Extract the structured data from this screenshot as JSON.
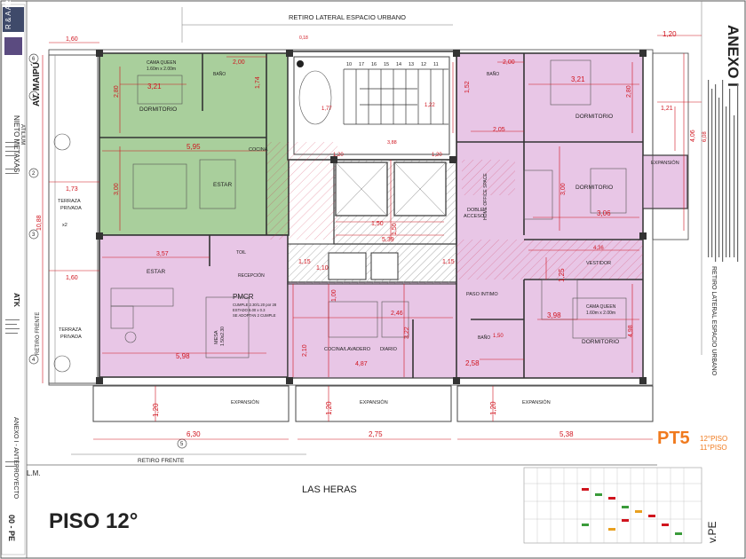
{
  "sheet": {
    "annex_title": "ANEXO I",
    "floor_label": "PISO 12°",
    "plan_code": "PT5",
    "plan_floors": [
      "12°PISO",
      "11°PISO"
    ],
    "sheet_number": "00 - PE",
    "street_bottom": "LAS HERAS",
    "street_left": "AV. MAIPÚ",
    "corner_code": "v.PE",
    "lm_label": "L.M.",
    "project_block": {
      "logo_text": "R & A ARQ",
      "company": "NIETO METAXAS",
      "brand": "ATILIUM",
      "atk": "ATK",
      "sheet_title": "ANEXO I - ANTEPROYECTO"
    }
  },
  "setbacks": {
    "top": "RETIRO LATERAL ESPACIO URBANO",
    "right": "RETIRO LATERAL ESPACIO URBANO",
    "bottom": "RETIRO FRENTE",
    "left": "RETIRO FRENTE"
  },
  "rooms": {
    "dorm_tl": "DORMITORIO",
    "bed_tl_1": "CAMA QUEEN",
    "bed_tl_2": "1.60m x 2.00m",
    "bano_tl": "BAÑO",
    "cocina": "COCINA",
    "estar_tl": "ESTAR",
    "terraza_top_1": "TERRAZA",
    "terraza_top_2": "PRIVADA",
    "estar_bl": "ESTAR",
    "toil": "TOIL",
    "recepcion": "RECEPCIÓN",
    "pmcr": "PMCR",
    "pmcr_note_1": "CUMPLE 2.30/1.20 por 28",
    "pmcr_note_2": "ESTADO 6.00 x 0.3",
    "pmcr_note_3": "SE ADOPTAN 2 CUMPLE",
    "mesa_1": "MESA",
    "mesa_2": "1.50x2.30",
    "terraza_bot_1": "TERRAZA",
    "terraza_bot_2": "PRIVADA",
    "cocina_lav": "COCINA/LAVADERO",
    "diario": "DIARIO",
    "paso": "PASO INTIMO",
    "bano_b": "BAÑO",
    "home_office": "HOME OFFICE SPACE",
    "doble_1": "DOBLE",
    "doble_2": "ACCESO",
    "bano_tr": "BAÑO",
    "dorm_tr1": "DORMITORIO",
    "dorm_tr2": "DORMITORIO",
    "expansion_r": "EXPANSIÓN",
    "vestidor": "VESTIDOR",
    "dorm_br": "DORMITORIO",
    "bed_br_1": "CAMA QUEEN",
    "bed_br_2": "1.60m x 2.00m",
    "exp_b1": "EXPANSIÓN",
    "exp_b2": "EXPANSIÓN",
    "exp_b3": "EXPANSIÓN",
    "x2": "x2"
  },
  "dims": {
    "d160a": "1,60",
    "d200a": "2,00",
    "d174": "1,74",
    "d321a": "3,21",
    "d280a": "2,80",
    "d595": "5,95",
    "d300a": "3,00",
    "d173": "1,73",
    "d1088": "10,88",
    "d160b": "1,60",
    "d357": "3,57",
    "d598": "5,98",
    "d115": "1,15",
    "d110": "1,10",
    "d100": "1,00",
    "d210": "2,10",
    "d487": "4,87",
    "d246": "2,46",
    "d322": "3,22",
    "d150a": "1,50",
    "d150b": "1,50",
    "d539": "5,39",
    "d388": "3,88",
    "d120a": "1,20",
    "d120b": "1,20",
    "d177": "1,77",
    "d122": "1,22",
    "d115b": "1,15",
    "d152": "1,52",
    "d200b": "2,00",
    "d205": "2,05",
    "d321b": "3,21",
    "d280b": "2,80",
    "d121": "1,21",
    "d406": "4,06",
    "d608": "6,08",
    "d300b": "3,00",
    "d306": "3,06",
    "d436": "4,36",
    "d125": "1,25",
    "d398": "3,98",
    "d498": "4,98",
    "d150c": "1,50",
    "d258": "2,58",
    "d120c": "1,20",
    "d120d": "1,20",
    "d120e": "1,20",
    "d630": "6,30",
    "d275": "2,75",
    "d538": "5,38",
    "d120top": "1,20",
    "d018": "0,18"
  },
  "axes": [
    "1",
    "2",
    "3",
    "4",
    "5",
    "6"
  ],
  "colors": {
    "green": "#a9cf9c",
    "pink": "#e8c6e6",
    "red": "#d0141e",
    "orange": "#f07a1e",
    "wall": "#333333"
  }
}
